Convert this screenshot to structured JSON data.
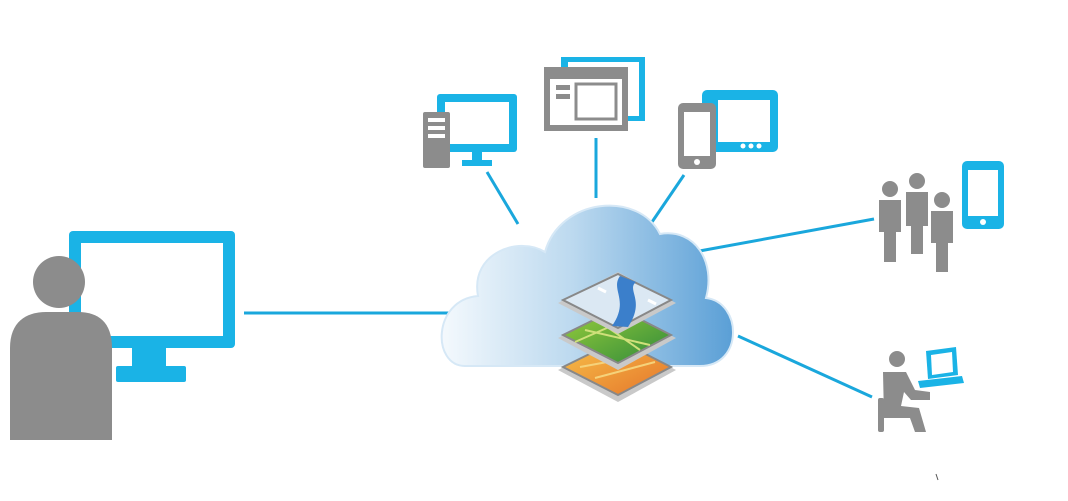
{
  "diagram": {
    "nodes": [
      {
        "id": "cloud",
        "icon": "cloud-icon"
      },
      {
        "id": "map-layers",
        "icon": "map-layers-icon"
      },
      {
        "id": "desktop-user",
        "icon": "user-at-monitor-icon"
      },
      {
        "id": "desktop-pc",
        "icon": "desktop-computer-icon"
      },
      {
        "id": "web-browser",
        "icon": "browser-window-icon"
      },
      {
        "id": "mobile-devices",
        "icon": "phone-and-tablet-icon"
      },
      {
        "id": "group-with-phone",
        "icon": "people-with-phone-icon"
      },
      {
        "id": "seated-laptop-user",
        "icon": "person-with-laptop-icon"
      }
    ],
    "edges": [
      {
        "from": "desktop-user",
        "to": "cloud"
      },
      {
        "from": "desktop-pc",
        "to": "cloud"
      },
      {
        "from": "web-browser",
        "to": "cloud"
      },
      {
        "from": "mobile-devices",
        "to": "cloud"
      },
      {
        "from": "group-with-phone",
        "to": "cloud"
      },
      {
        "from": "seated-laptop-user",
        "to": "cloud"
      }
    ],
    "colors": {
      "accent_blue": "#1ab3e6",
      "gray": "#8c8c8c",
      "line_blue": "#1aa7dc"
    }
  }
}
